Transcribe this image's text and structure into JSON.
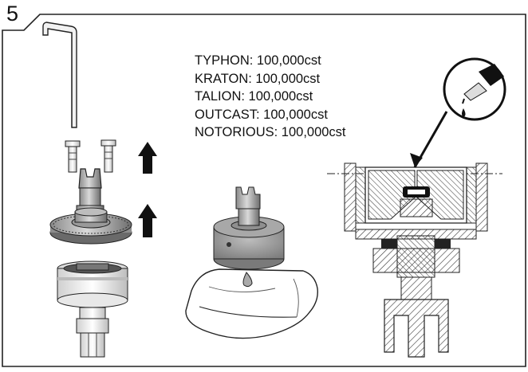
{
  "step": {
    "number": "5"
  },
  "oil_specs": [
    "TYPHON: 100,000cst",
    "KRATON: 100,000cst",
    "TALION: 100,000cst",
    "OUTCAST: 100,000cst",
    "NOTORIOUS: 100,000cst"
  ],
  "icons": {
    "hex_key": "allen-key-icon",
    "screws": "screw-icon",
    "arrows": "arrow-up-icon",
    "oil_bottle": "oil-bottle-icon"
  }
}
